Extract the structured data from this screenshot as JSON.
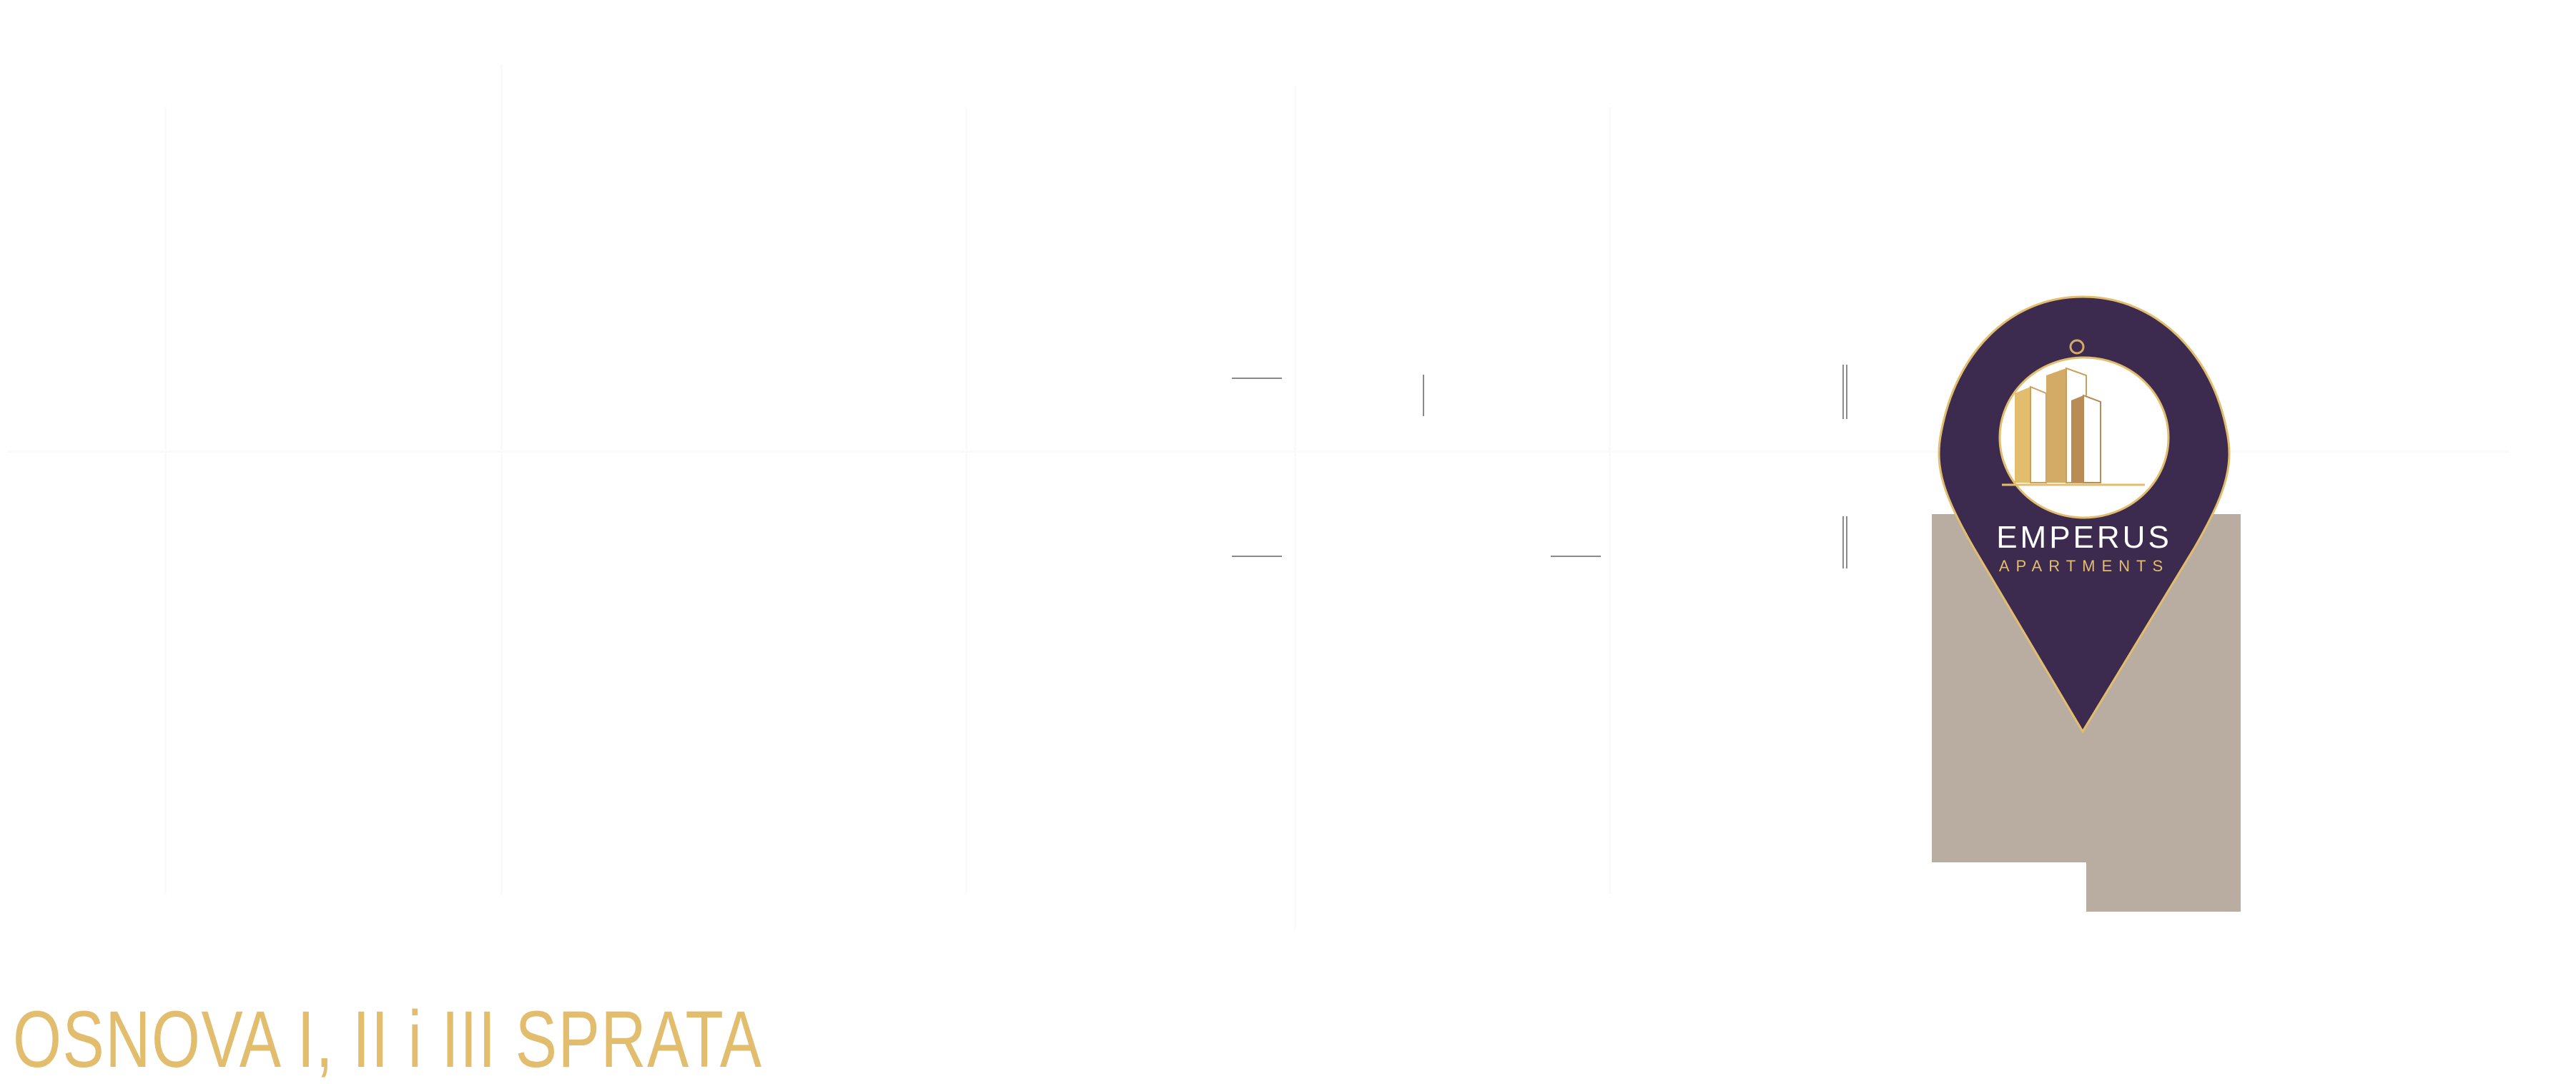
{
  "title": "OSNOVA I, II i III SPRATA",
  "logo": {
    "name": "EMPERUS",
    "subtitle": "APARTMENTS"
  },
  "colors": {
    "accent": "#e2bd6e",
    "pin": "#3d2a4f",
    "highlight": "#b8ada0"
  }
}
